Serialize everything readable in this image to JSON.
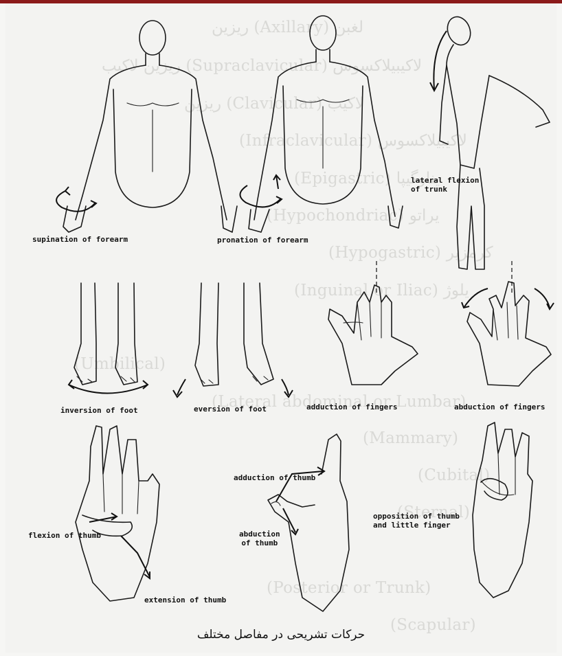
{
  "colors": {
    "top_bar": "#8b1a1a",
    "ink": "#111111",
    "bleed_text": "#d9d9d6"
  },
  "background_lines": [
    "ریزین (Axillary) لغبن",
    "ریزین لاکیب (Supraclavicular) لاکیبیلاکسوس",
    "ریزین (Clavicular) لاکیب",
    "(Infraclavicular) لاکیبیلاکسوس",
    "(Epigastric) یناوگیپا",
    "(Hypochondriac) یراتو",
    "(Hypogastric) کرمزیر",
    "(Inguinal or Iliac) یلوژ",
    "(Umbilical)",
    "(Lateral abdominal or Lumbar)",
    "(Mammary)",
    "(Cubital)",
    "(Sternal)",
    "(Posterior or Trunk)",
    "(Scapular)"
  ],
  "labels": {
    "supination": "supination of forearm",
    "pronation": "pronation of forearm",
    "lateral_flexion": "lateral flexion\nof trunk",
    "inversion": "inversion of foot",
    "eversion": "eversion of foot",
    "adduction_fingers": "adduction of fingers",
    "abduction_fingers": "abduction of fingers",
    "flexion_thumb": "flexion of thumb",
    "extension_thumb": "extension of thumb",
    "adduction_thumb": "adduction of thumb",
    "abduction_thumb": "abduction\nof thumb",
    "opposition": "opposition of thumb\nand little finger"
  },
  "caption": "حرکات تشریحی در مفاصل مختلف"
}
